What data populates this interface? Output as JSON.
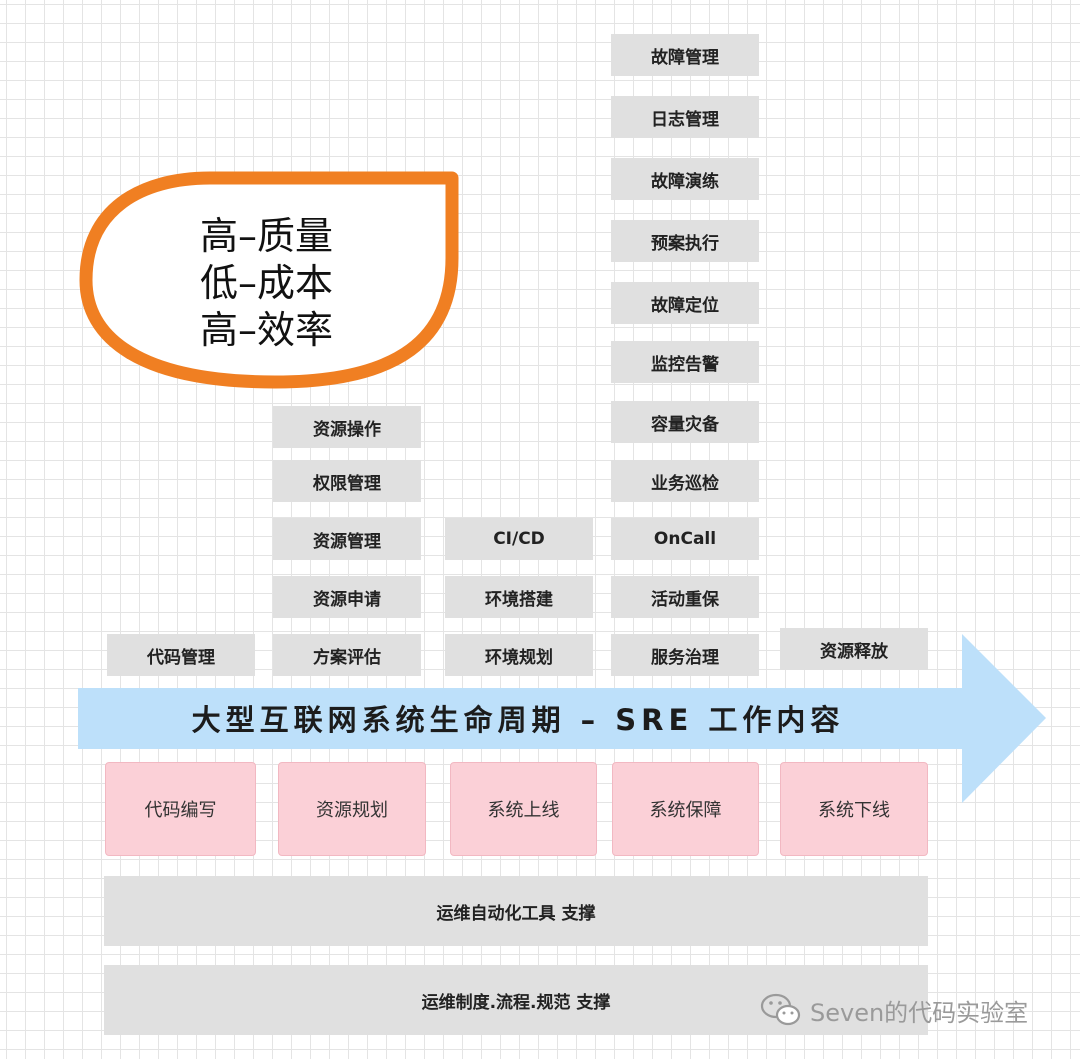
{
  "motto": {
    "line1": "高–质量",
    "line2": "低–成本",
    "line3": "高–效率"
  },
  "columns": {
    "code": [
      "代码管理"
    ],
    "resource": [
      "资源操作",
      "权限管理",
      "资源管理",
      "资源申请",
      "方案评估"
    ],
    "launch": [
      "CI/CD",
      "环境搭建",
      "环境规划"
    ],
    "guarantee": [
      "故障管理",
      "日志管理",
      "故障演练",
      "预案执行",
      "故障定位",
      "监控告警",
      "容量灾备",
      "业务巡检",
      "OnCall",
      "活动重保",
      "服务治理"
    ],
    "offline": [
      "资源释放"
    ]
  },
  "arrow": {
    "label": "大型互联网系统生命周期 – SRE 工作内容",
    "color": "#bde0fa"
  },
  "stages": [
    "代码编写",
    "资源规划",
    "系统上线",
    "系统保障",
    "系统下线"
  ],
  "supports": {
    "tools": "运维自动化工具 支撑",
    "rules": "运维制度.流程.规范 支撑"
  },
  "watermark": {
    "text": "Seven的代码实验室",
    "icon": "wechat-icon"
  },
  "colors": {
    "bubble_border": "#f07f22",
    "box_gray": "#e0e0e0",
    "stage_pink": "#fbd0d7"
  }
}
